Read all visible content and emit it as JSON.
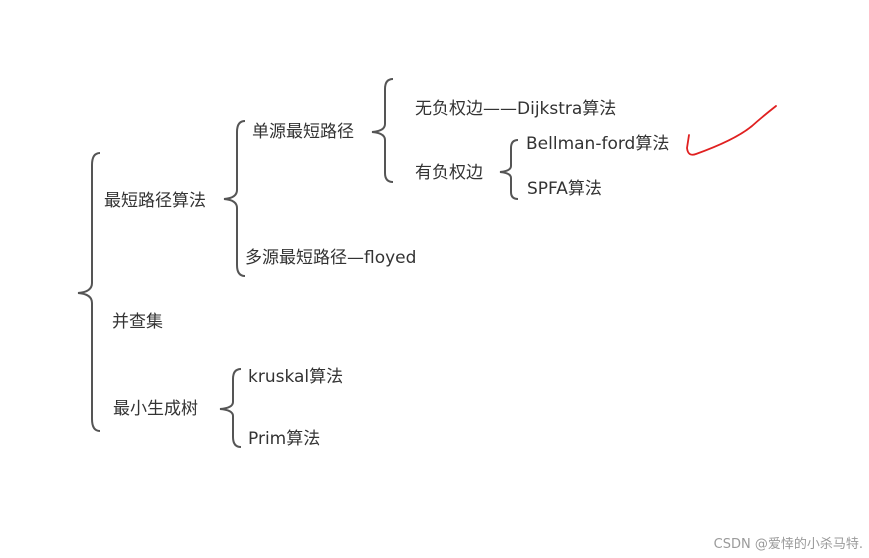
{
  "diagram": {
    "root": {
      "children": [
        {
          "label": "最短路径算法",
          "children": [
            {
              "label": "单源最短路径",
              "children": [
                {
                  "label": "无负权边——Dijkstra算法"
                },
                {
                  "label": "有负权边",
                  "children": [
                    {
                      "label": "Bellman-ford算法"
                    },
                    {
                      "label": "SPFA算法"
                    }
                  ]
                }
              ]
            },
            {
              "label": "多源最短路径—floyed"
            }
          ]
        },
        {
          "label": "并查集"
        },
        {
          "label": "最小生成树",
          "children": [
            {
              "label": "kruskal算法"
            },
            {
              "label": "Prim算法"
            }
          ]
        }
      ]
    },
    "brace_color": "#555555",
    "annotation_color": "#e02020"
  },
  "watermark": "CSDN @爱悻的小杀马特."
}
